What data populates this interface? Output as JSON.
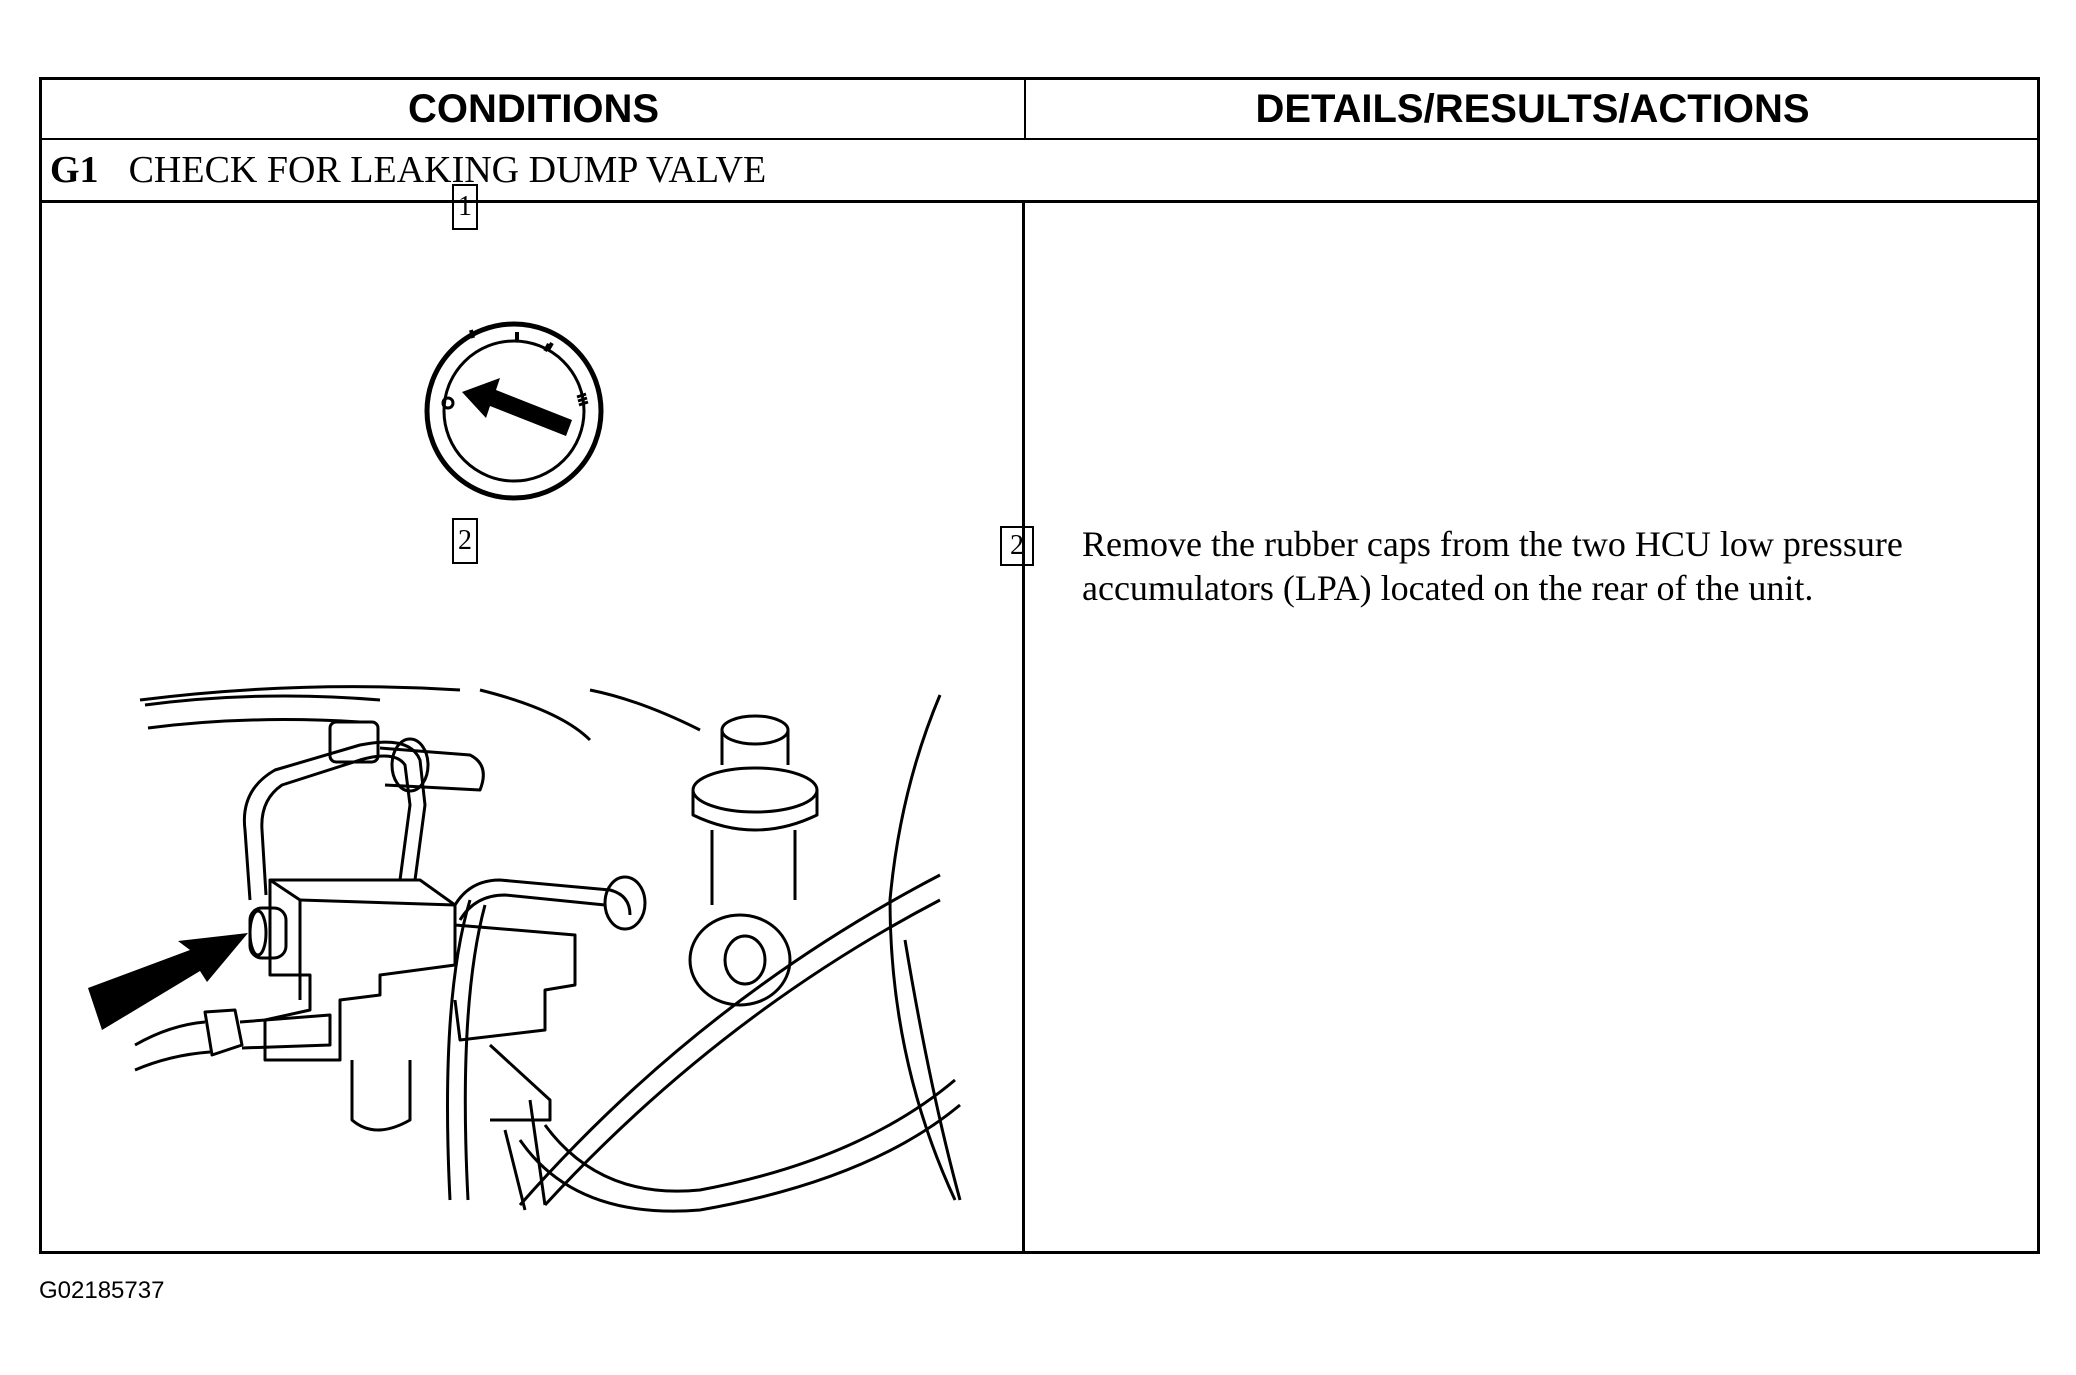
{
  "table": {
    "col_left_header": "CONDITIONS",
    "col_right_header": "DETAILS/RESULTS/ACTIONS",
    "section_code": "G1",
    "section_title": "CHECK FOR LEAKING DUMP VALVE",
    "callout_1": "1",
    "callout_2": "2",
    "step_number": "2",
    "step_text": "Remove the rubber caps from the two HCU low pressure accumulators (LPA) located on the rear of the unit."
  },
  "figure": {
    "ignition_marks": [
      "0",
      "I",
      "II",
      "III"
    ]
  },
  "footer": {
    "figure_code": "G02185737"
  }
}
